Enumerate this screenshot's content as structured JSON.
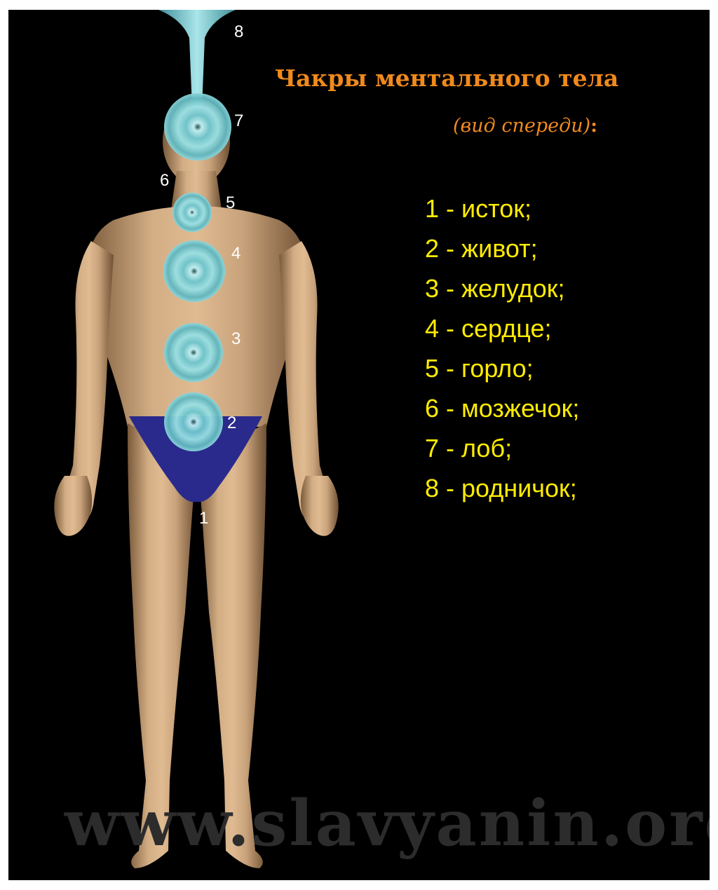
{
  "title": "Чакры ментального тела",
  "subtitle": {
    "open": "(",
    "text": "вид спереди",
    "close": ")",
    "colon": ":"
  },
  "legend": [
    "1 - исток;",
    "2 - живот;",
    "3 - желудок;",
    "4 - сердце;",
    "5 - горло;",
    "6 - мозжечок;",
    "7 - лоб;",
    "8 - родничок;"
  ],
  "markers": {
    "m1": "1",
    "m2": "2",
    "m3": "3",
    "m4": "4",
    "m5": "5",
    "m6": "6",
    "m7": "7",
    "m8": "8"
  },
  "watermark": "www.slavyanin.org",
  "colors": {
    "background": "#000000",
    "title": "#f08a1c",
    "legend_text": "#ffec00",
    "marker_text": "#ffffff",
    "chakra_disc": "#7fd3d8",
    "skin": "#c8a27a",
    "briefs": "#2a2a8c",
    "watermark": "#2c2c2c"
  }
}
